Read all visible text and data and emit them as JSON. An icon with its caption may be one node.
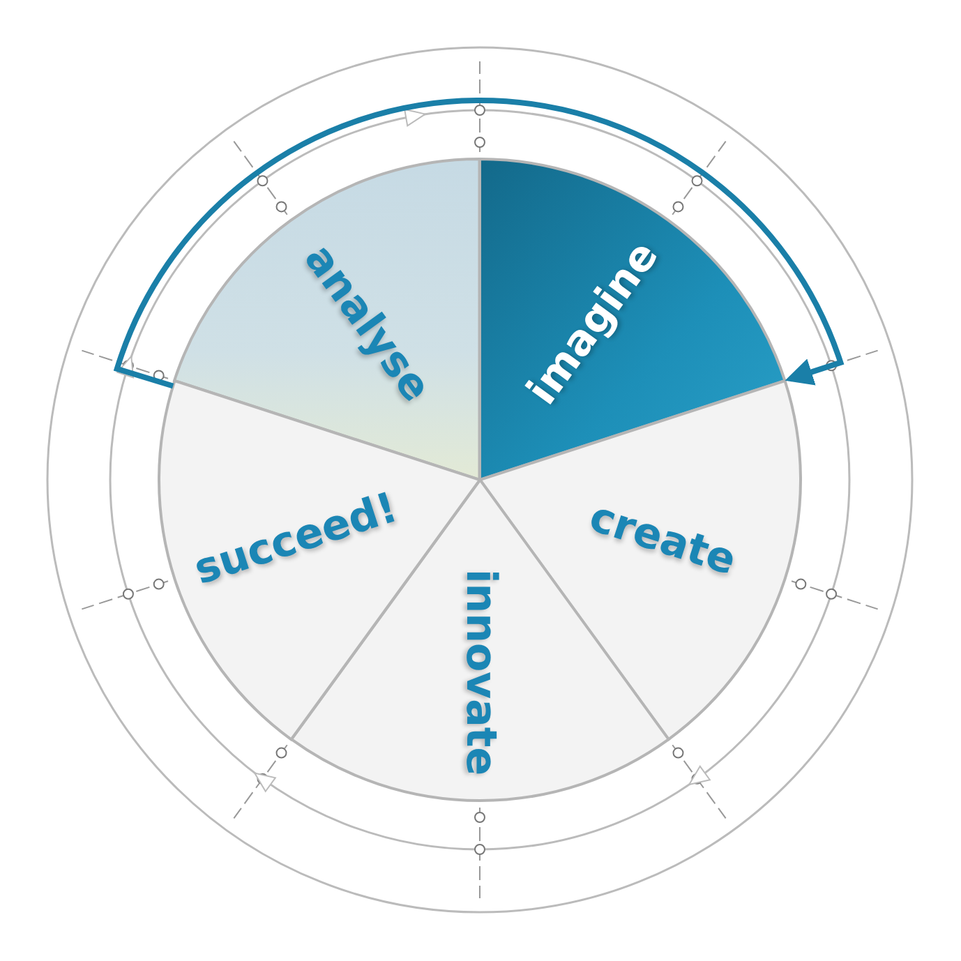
{
  "diagram": {
    "nodes": [
      {
        "text": [
          "analyse"
        ]
      },
      {
        "text": [
          "imagine"
        ]
      },
      {
        "text": [
          "create"
        ]
      },
      {
        "text": [
          "innovate"
        ]
      },
      {
        "text": [
          "succeed!"
        ]
      }
    ],
    "edges": [
      {
        "from": 0,
        "to": 1,
        "arrow": "to"
      }
    ]
  }
}
